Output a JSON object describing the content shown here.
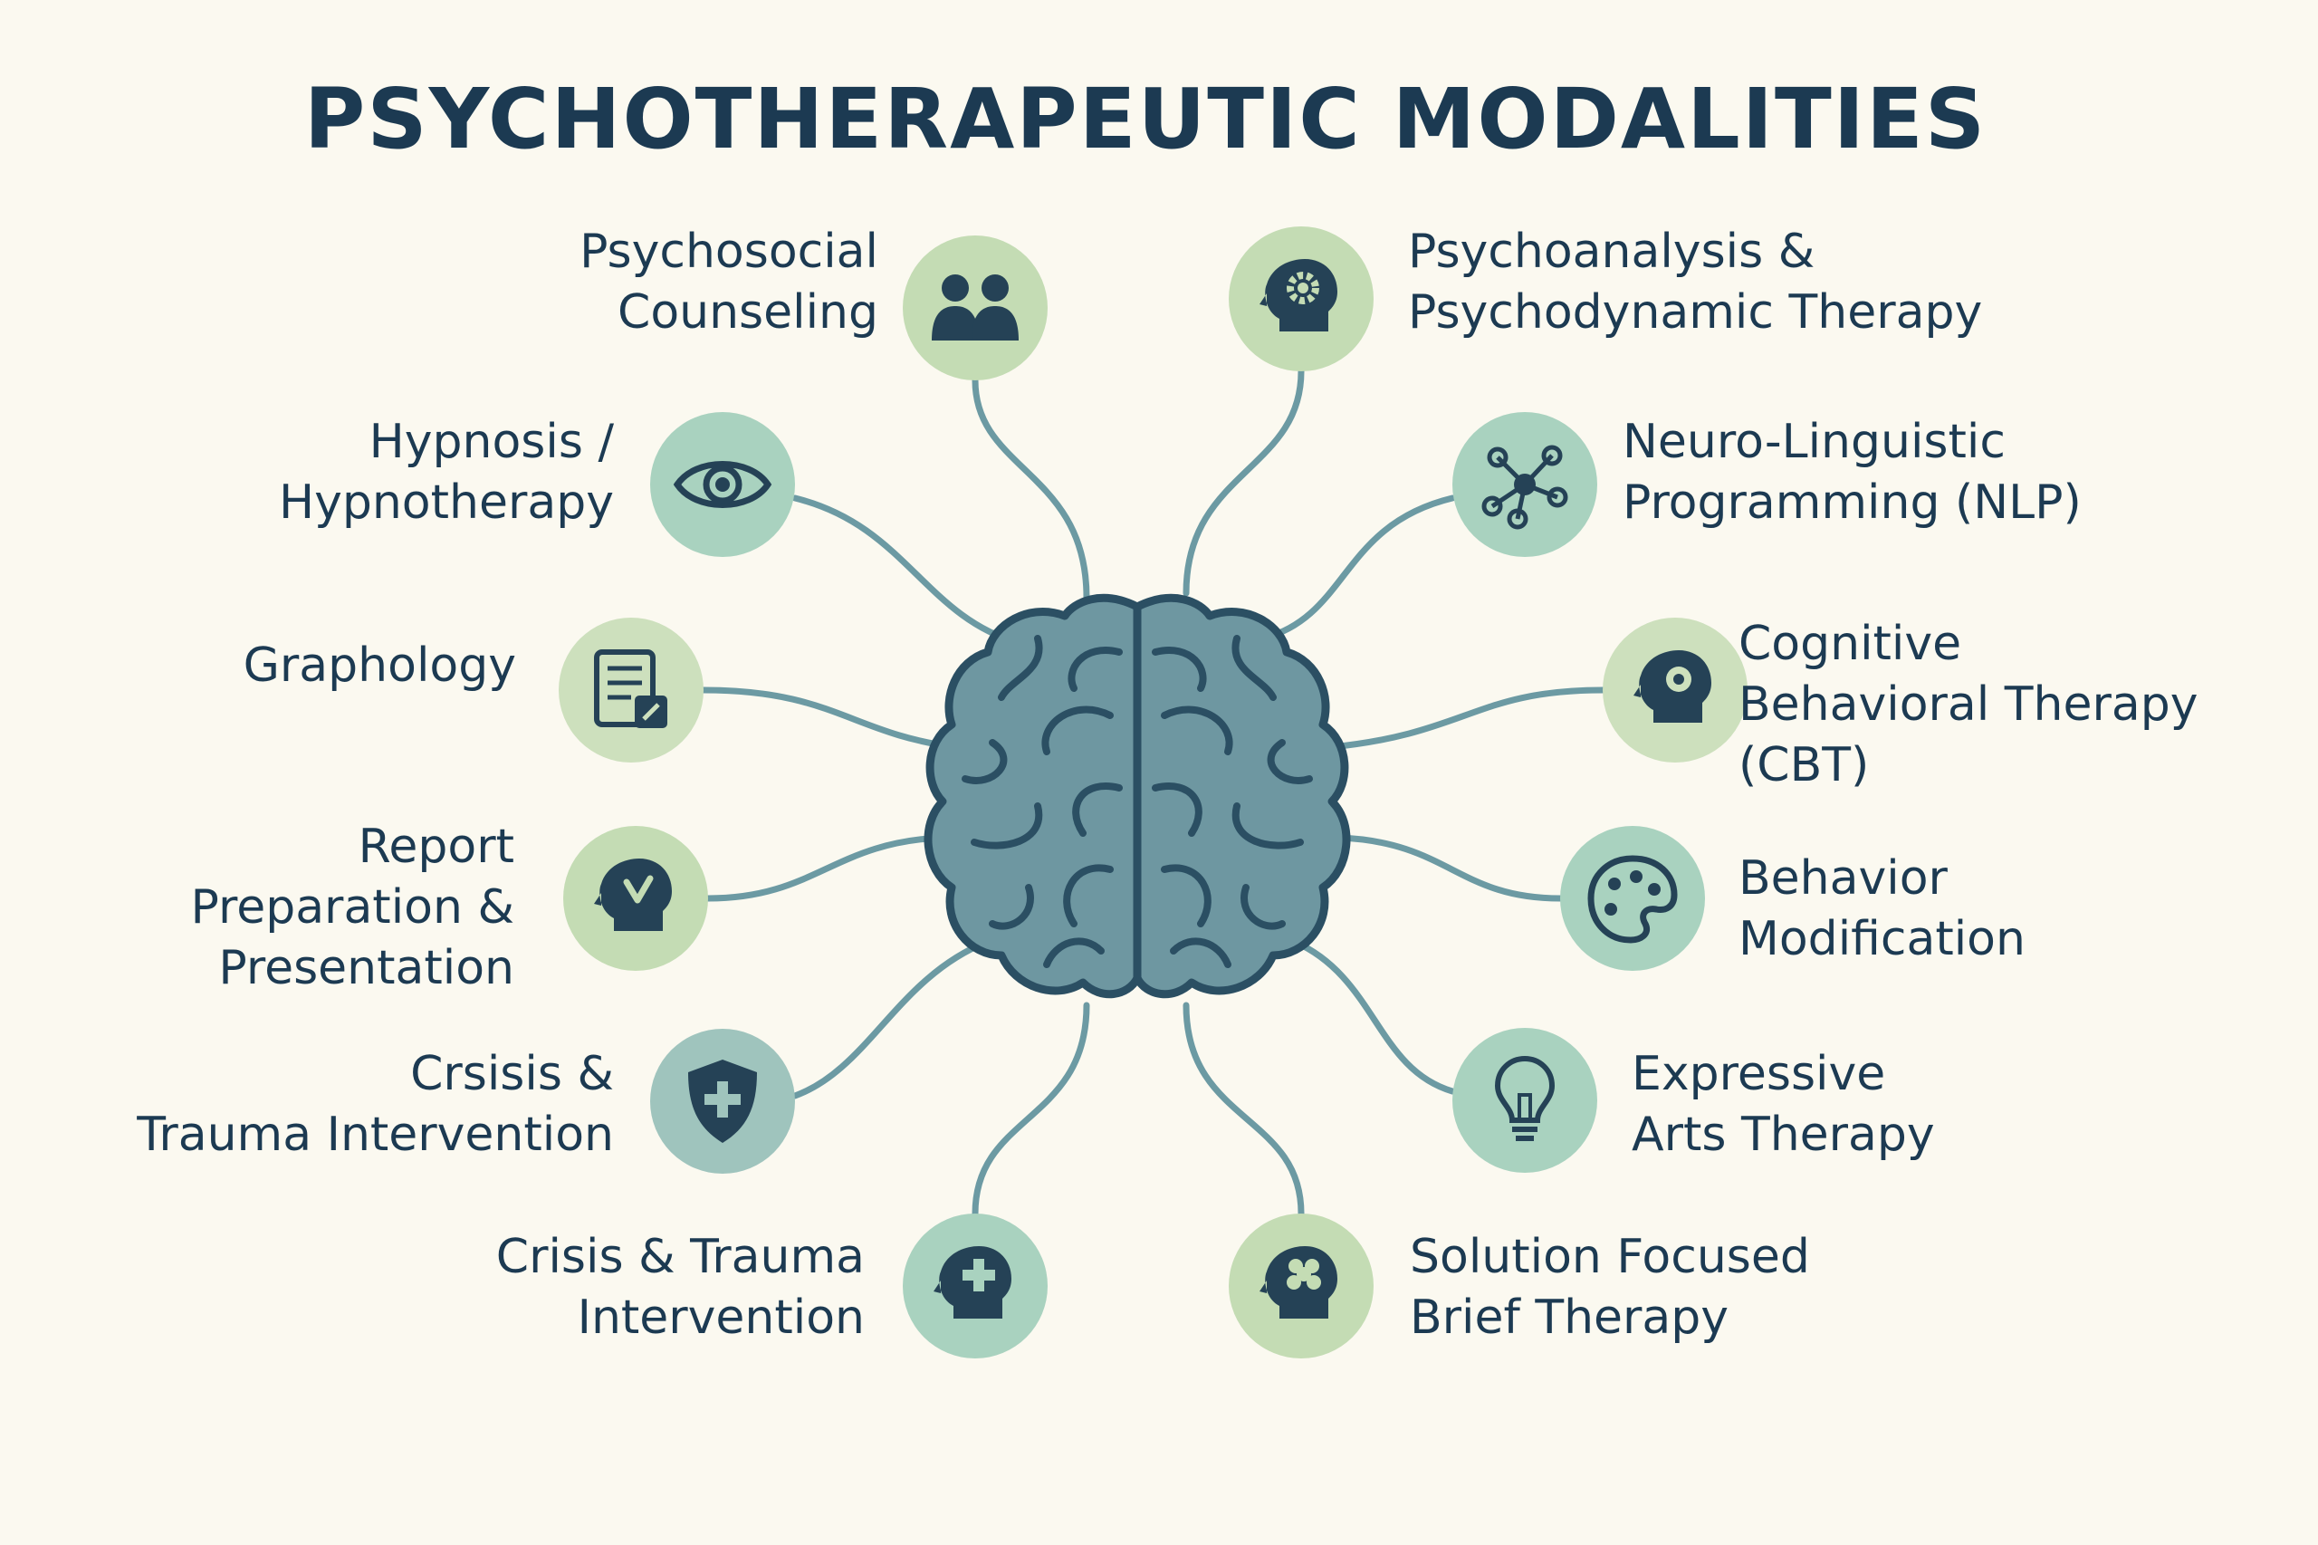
{
  "title": "PSYCHOTHERAPEUTIC MODALITIES",
  "colors": {
    "background": "#fbf9f0",
    "text": "#1c3a52",
    "connector": "#6c9aa3",
    "brain_fill": "#6e97a1",
    "brain_outline": "#2b4f63",
    "icon": "#254256"
  },
  "left_nodes": [
    {
      "lines": [
        "Psychosocial",
        "Counseling"
      ],
      "icon": "people-icon",
      "circle": "#c4dcb4"
    },
    {
      "lines": [
        "Hypnosis /",
        "Hypnotherapy"
      ],
      "icon": "eye-icon",
      "circle": "#a9d2bf"
    },
    {
      "lines": [
        "Graphology"
      ],
      "icon": "handwriting-document-icon",
      "circle": "#cde0bd"
    },
    {
      "lines": [
        "Report",
        "Preparation &",
        "Presentation"
      ],
      "icon": "head-checkmark-icon",
      "circle": "#c4dcb4"
    },
    {
      "lines": [
        "Crsisis &",
        "Trauma Intervention"
      ],
      "icon": "shield-cross-icon",
      "circle": "#9fc4bd"
    },
    {
      "lines": [
        "Crisis & Trauma",
        "Intervention"
      ],
      "icon": "head-cross-icon",
      "circle": "#a9d2bf"
    }
  ],
  "right_nodes": [
    {
      "lines": [
        "Psychoanalysis &",
        "Psychodynamic Therapy"
      ],
      "icon": "head-gear-icon",
      "circle": "#c4dcb4"
    },
    {
      "lines": [
        "Neuro-Linguistic",
        "Programming (NLP)"
      ],
      "icon": "network-nodes-icon",
      "circle": "#a9d2bf"
    },
    {
      "lines": [
        "Cognitive",
        "Behavioral Therapy",
        "(CBT)"
      ],
      "icon": "head-puzzle-icon",
      "circle": "#cde0bd"
    },
    {
      "lines": [
        "Behavior",
        "Modification"
      ],
      "icon": "palette-icon",
      "circle": "#a9d2bf"
    },
    {
      "lines": [
        "Expressive",
        "Arts Therapy"
      ],
      "icon": "lightbulb-icon",
      "circle": "#a9d2bf"
    },
    {
      "lines": [
        "Solution Focused",
        "Brief Therapy"
      ],
      "icon": "head-flower-icon",
      "circle": "#c4dcb4"
    }
  ]
}
